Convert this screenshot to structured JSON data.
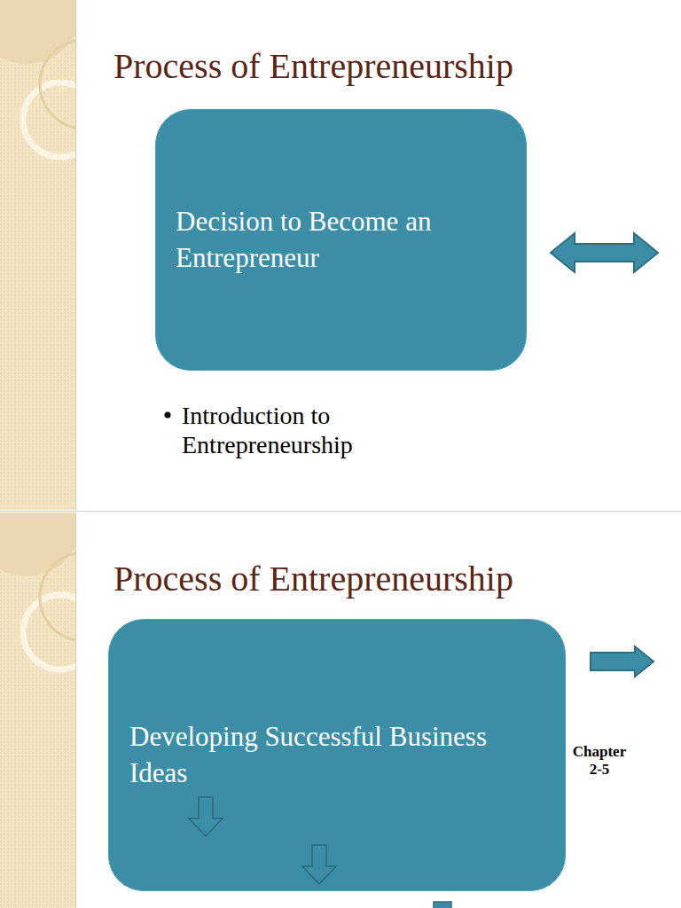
{
  "diagram": {
    "title": "Process of Entrepreneurship",
    "nodes": [
      {
        "text": [
          "Decision to Become an Entrepreneur"
        ]
      },
      {
        "text": [
          "Developing Successful Business Ideas"
        ]
      }
    ],
    "labels": [
      "Introduction to Entrepreneurship",
      "Process of Entrepreneurship",
      "Chapter 2-5"
    ]
  }
}
